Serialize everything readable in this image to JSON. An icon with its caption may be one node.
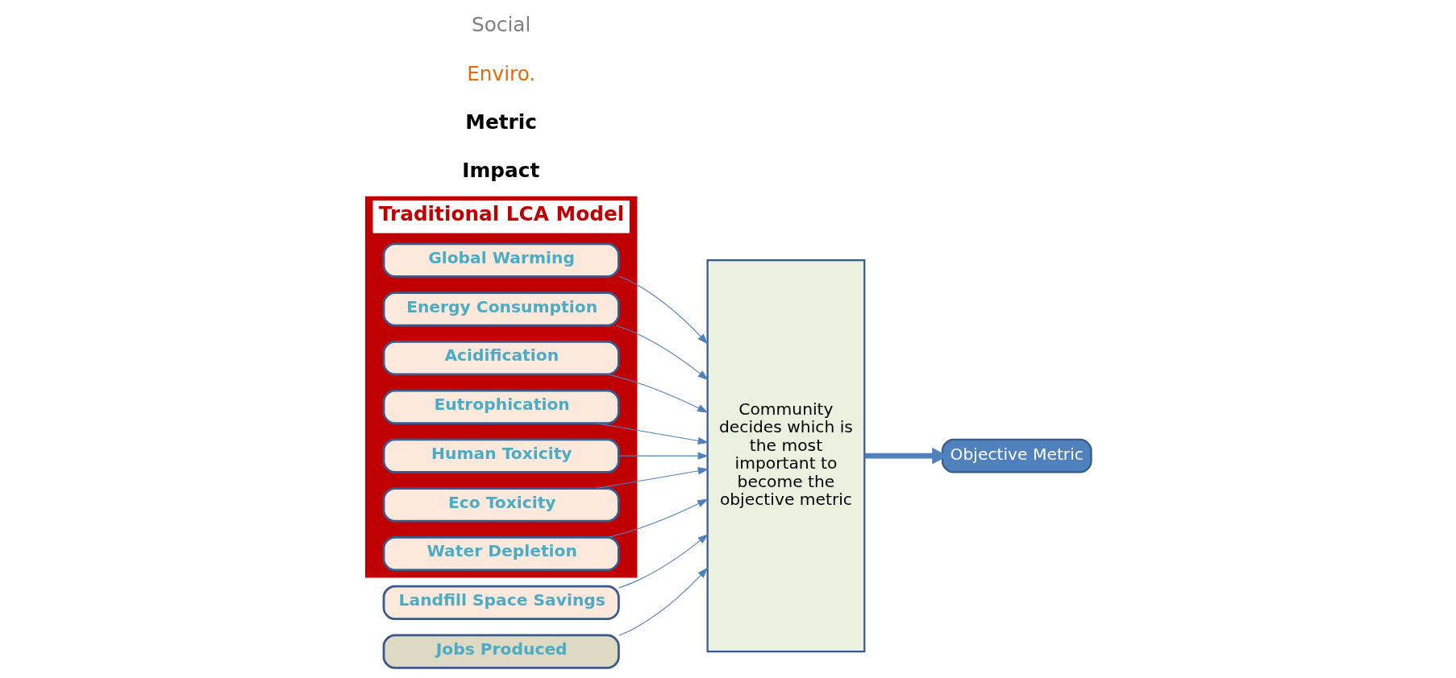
{
  "diagram": {
    "nodes": [
      {
        "text": [
          "Traditional LCA Model"
        ]
      },
      {
        "text": [
          "Global Warming"
        ],
        "in": 0
      },
      {
        "text": [
          "Energy Consumption"
        ],
        "in": 0
      },
      {
        "text": [
          "Acidification"
        ],
        "in": 0
      },
      {
        "text": [
          "Eutrophication"
        ],
        "in": 0
      },
      {
        "text": [
          "Human Toxicity"
        ],
        "in": 0
      },
      {
        "text": [
          "Eco Toxicity"
        ],
        "in": 0
      },
      {
        "text": [
          "Water Depletion"
        ],
        "in": 0
      },
      {
        "text": [
          "Landfill Space Savings"
        ]
      },
      {
        "text": [
          "Jobs Produced"
        ]
      },
      {
        "text": [
          "Community decides which is the most important to become the objective metric"
        ]
      },
      {
        "text": [
          "Objective Metric"
        ]
      }
    ],
    "edges": [
      {
        "from": 1,
        "to": 10,
        "arrow": "to"
      },
      {
        "from": 2,
        "to": 10,
        "arrow": "to"
      },
      {
        "from": 3,
        "to": 10,
        "arrow": "to"
      },
      {
        "from": 4,
        "to": 10,
        "arrow": "to"
      },
      {
        "from": 5,
        "to": 10,
        "arrow": "to"
      },
      {
        "from": 6,
        "to": 10,
        "arrow": "to"
      },
      {
        "from": 7,
        "to": 10,
        "arrow": "to"
      },
      {
        "from": 8,
        "to": 10,
        "arrow": "to"
      },
      {
        "from": 9,
        "to": 10,
        "arrow": "to"
      },
      {
        "from": 10,
        "to": 11,
        "arrow": "to",
        "style": "thick"
      }
    ],
    "labels": [
      "Impact",
      "Metric",
      "Enviro.",
      "Social"
    ]
  }
}
